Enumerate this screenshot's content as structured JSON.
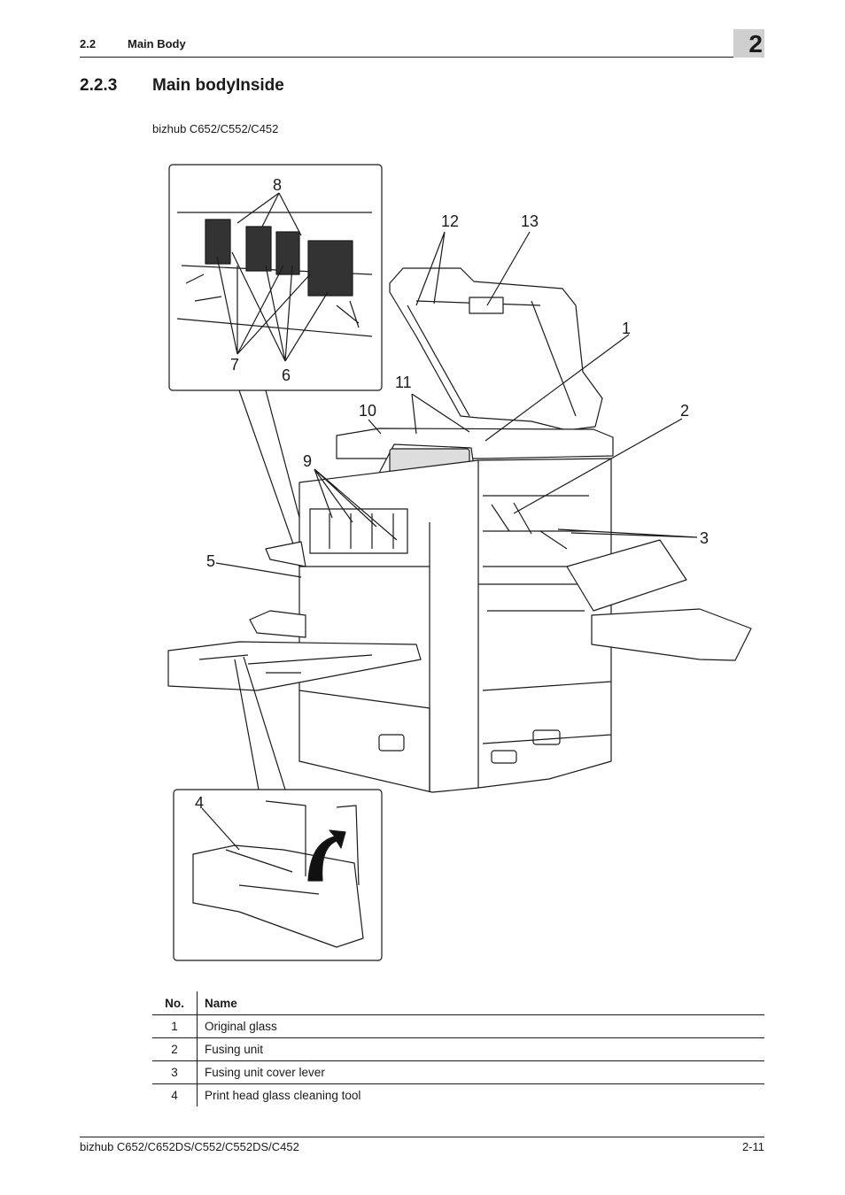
{
  "header": {
    "section": "2.2",
    "title": "Main Body",
    "chapter": "2"
  },
  "heading": {
    "number": "2.2.3",
    "title": "Main bodyInside"
  },
  "model": "bizhub C652/C552/C452",
  "figure": {
    "callouts": [
      "1",
      "2",
      "3",
      "4",
      "5",
      "6",
      "7",
      "8",
      "9",
      "10",
      "11",
      "12",
      "13"
    ]
  },
  "table": {
    "headers": {
      "no": "No.",
      "name": "Name"
    },
    "rows": [
      {
        "no": "1",
        "name": "Original glass"
      },
      {
        "no": "2",
        "name": "Fusing unit"
      },
      {
        "no": "3",
        "name": "Fusing unit cover lever"
      },
      {
        "no": "4",
        "name": "Print head glass cleaning tool"
      }
    ]
  },
  "footer": {
    "models": "bizhub C652/C652DS/C552/C552DS/C452",
    "page": "2-11"
  }
}
